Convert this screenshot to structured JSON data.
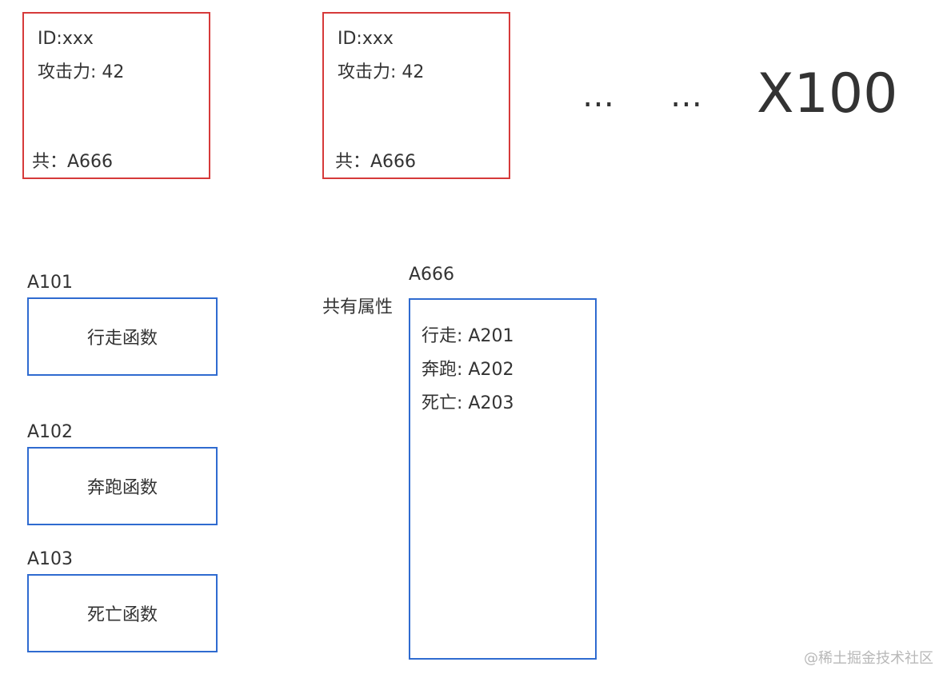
{
  "objects": [
    {
      "id_label": "ID:xxx",
      "attack_label": "攻击力: 42",
      "shared_label": "共：A666"
    },
    {
      "id_label": "ID:xxx",
      "attack_label": "攻击力: 42",
      "shared_label": "共：A666"
    }
  ],
  "ellipsis_1": "…",
  "ellipsis_2": "…",
  "multiplier": "X100",
  "functions": [
    {
      "address": "A101",
      "name": "行走函数"
    },
    {
      "address": "A102",
      "name": "奔跑函数"
    },
    {
      "address": "A103",
      "name": "死亡函数"
    }
  ],
  "prototype": {
    "address": "A666",
    "side_label": "共有属性",
    "entries": [
      "行走: A201",
      "奔跑: A202",
      "死亡: A203"
    ]
  },
  "watermark": "@稀土掘金技术社区",
  "colors": {
    "object_border": "#d63a3a",
    "function_border": "#2f6bd0"
  }
}
